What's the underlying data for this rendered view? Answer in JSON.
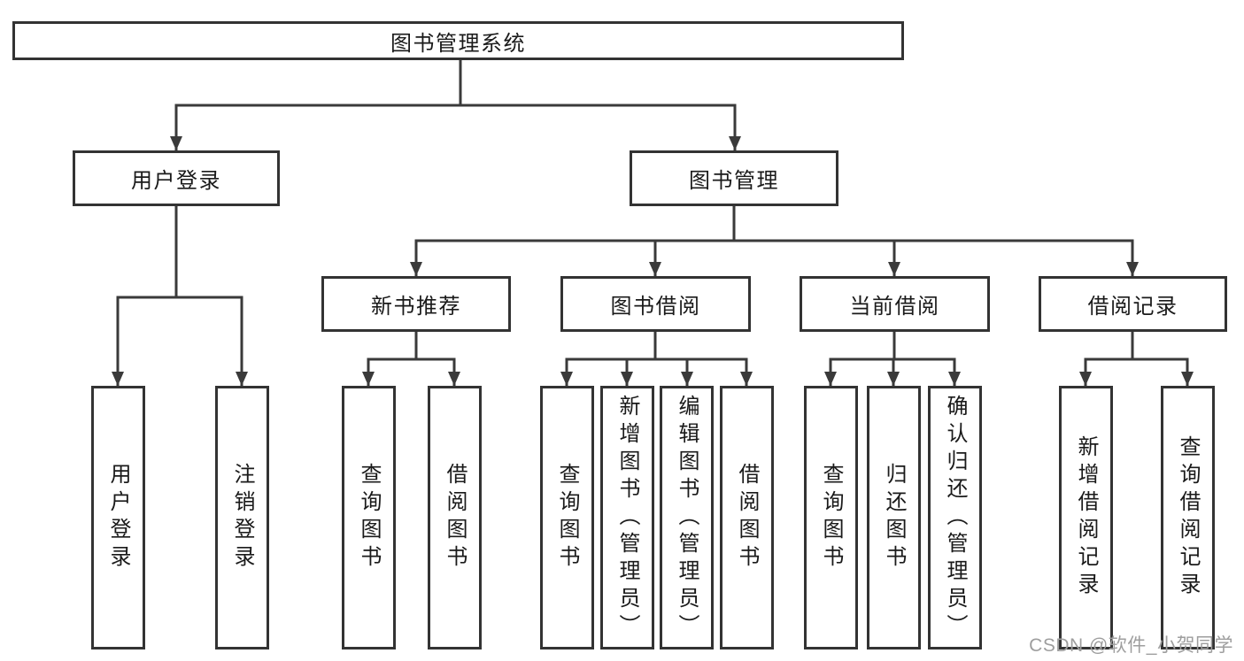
{
  "diagram": {
    "type": "tree",
    "colors": {
      "background": "#ffffff",
      "box_border": "#333333",
      "line": "#3a3a3a",
      "text": "#1a1a1a",
      "watermark": "#9e9e9e"
    },
    "nodes": {
      "root": {
        "label": "图书管理系统"
      },
      "user_login": {
        "label": "用户登录"
      },
      "book_mgmt": {
        "label": "图书管理"
      },
      "new_book_rec": {
        "label": "新书推荐"
      },
      "book_borrow": {
        "label": "图书借阅"
      },
      "current_borrow": {
        "label": "当前借阅"
      },
      "borrow_records": {
        "label": "借阅记录"
      },
      "leaf_user_login": {
        "label": "用户登录"
      },
      "leaf_logout": {
        "label": "注销登录"
      },
      "leaf_query_book_rec": {
        "label": "查询图书"
      },
      "leaf_borrow_book_rec": {
        "label": "借阅图书"
      },
      "leaf_query_book_borrow": {
        "label": "查询图书"
      },
      "leaf_add_book": {
        "label": "新增图书（管理员）"
      },
      "leaf_edit_book": {
        "label": "编辑图书（管理员）"
      },
      "leaf_borrow_book_borrow": {
        "label": "借阅图书"
      },
      "leaf_query_book_current": {
        "label": "查询图书"
      },
      "leaf_return_book": {
        "label": "归还图书"
      },
      "leaf_confirm_return": {
        "label": "确认归还（管理员）"
      },
      "leaf_add_borrow_record": {
        "label": "新增借阅记录"
      },
      "leaf_query_borrow_record": {
        "label": "查询借阅记录"
      }
    },
    "edges": [
      [
        "root",
        "user_login"
      ],
      [
        "root",
        "book_mgmt"
      ],
      [
        "user_login",
        "leaf_user_login"
      ],
      [
        "user_login",
        "leaf_logout"
      ],
      [
        "book_mgmt",
        "new_book_rec"
      ],
      [
        "book_mgmt",
        "book_borrow"
      ],
      [
        "book_mgmt",
        "current_borrow"
      ],
      [
        "book_mgmt",
        "borrow_records"
      ],
      [
        "new_book_rec",
        "leaf_query_book_rec"
      ],
      [
        "new_book_rec",
        "leaf_borrow_book_rec"
      ],
      [
        "book_borrow",
        "leaf_query_book_borrow"
      ],
      [
        "book_borrow",
        "leaf_add_book"
      ],
      [
        "book_borrow",
        "leaf_edit_book"
      ],
      [
        "book_borrow",
        "leaf_borrow_book_borrow"
      ],
      [
        "current_borrow",
        "leaf_query_book_current"
      ],
      [
        "current_borrow",
        "leaf_return_book"
      ],
      [
        "current_borrow",
        "leaf_confirm_return"
      ],
      [
        "borrow_records",
        "leaf_add_borrow_record"
      ],
      [
        "borrow_records",
        "leaf_query_borrow_record"
      ]
    ]
  },
  "watermark": {
    "text": "CSDN @软件_小贺同学"
  }
}
